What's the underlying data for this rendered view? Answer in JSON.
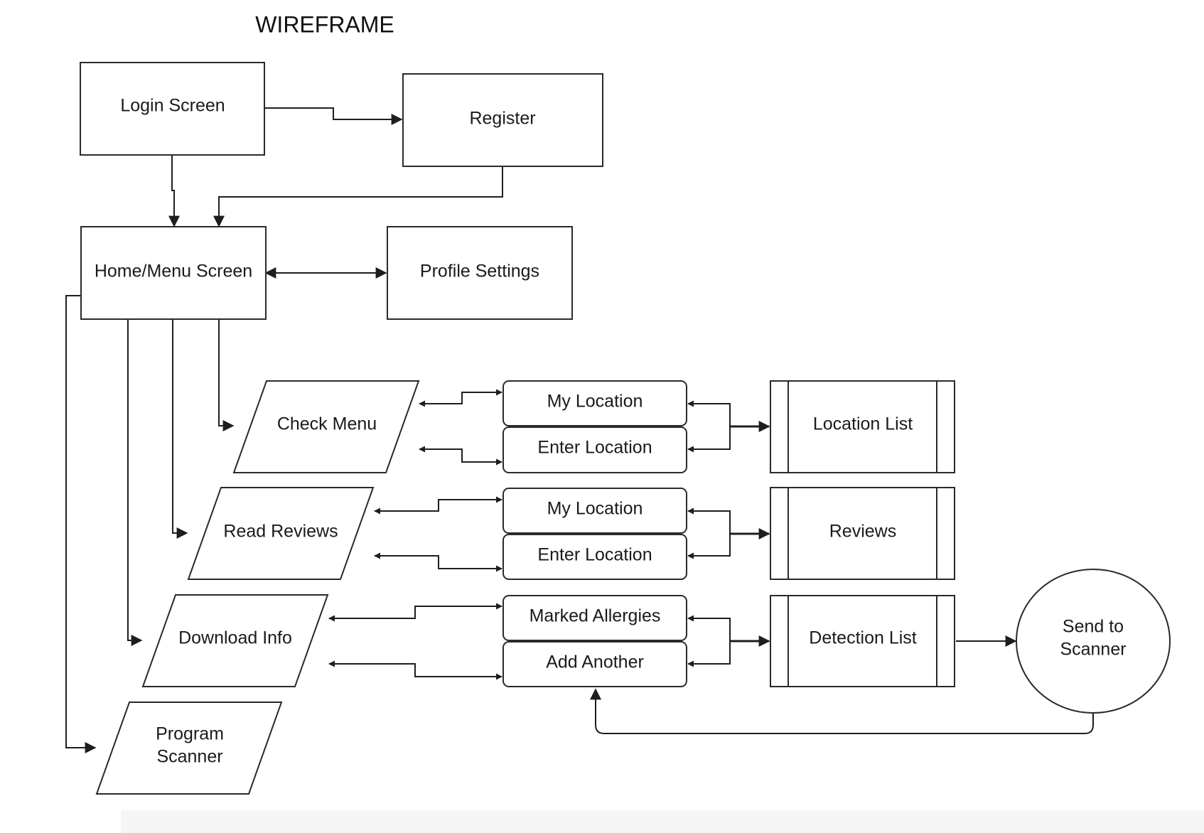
{
  "title": "WIREFRAME",
  "nodes": {
    "login": "Login Screen",
    "register": "Register",
    "home": "Home/Menu Screen",
    "profile": "Profile Settings",
    "check_menu": "Check Menu",
    "read_reviews": "Read Reviews",
    "download_info": "Download Info",
    "program_scanner": [
      "Program",
      "Scanner"
    ],
    "my_location_1": "My Location",
    "enter_location_1": "Enter Location",
    "my_location_2": "My Location",
    "enter_location_2": "Enter Location",
    "marked_allergies": "Marked Allergies",
    "add_another": "Add Another",
    "location_list": "Location List",
    "reviews": "Reviews",
    "detection_list": "Detection List",
    "send_to_scanner": [
      "Send to",
      "Scanner"
    ]
  },
  "edges": [
    [
      "login",
      "register"
    ],
    [
      "login",
      "home"
    ],
    [
      "register",
      "home"
    ],
    [
      "home",
      "profile",
      "both"
    ],
    [
      "home",
      "check_menu"
    ],
    [
      "home",
      "read_reviews"
    ],
    [
      "home",
      "download_info"
    ],
    [
      "home",
      "program_scanner"
    ],
    [
      "check_menu",
      "my_location_1",
      "both"
    ],
    [
      "check_menu",
      "enter_location_1",
      "both"
    ],
    [
      "my_location_1",
      "location_list",
      "both"
    ],
    [
      "enter_location_1",
      "location_list",
      "both"
    ],
    [
      "read_reviews",
      "my_location_2",
      "both"
    ],
    [
      "read_reviews",
      "enter_location_2",
      "both"
    ],
    [
      "my_location_2",
      "reviews",
      "both"
    ],
    [
      "enter_location_2",
      "reviews",
      "both"
    ],
    [
      "download_info",
      "marked_allergies",
      "both"
    ],
    [
      "download_info",
      "add_another",
      "both"
    ],
    [
      "marked_allergies",
      "detection_list",
      "both"
    ],
    [
      "add_another",
      "detection_list",
      "both"
    ],
    [
      "detection_list",
      "send_to_scanner"
    ],
    [
      "send_to_scanner",
      "add_another"
    ]
  ],
  "colors": {
    "stroke": "#2a2a2a",
    "text": "#1a1a1a",
    "background": "#ffffff"
  }
}
